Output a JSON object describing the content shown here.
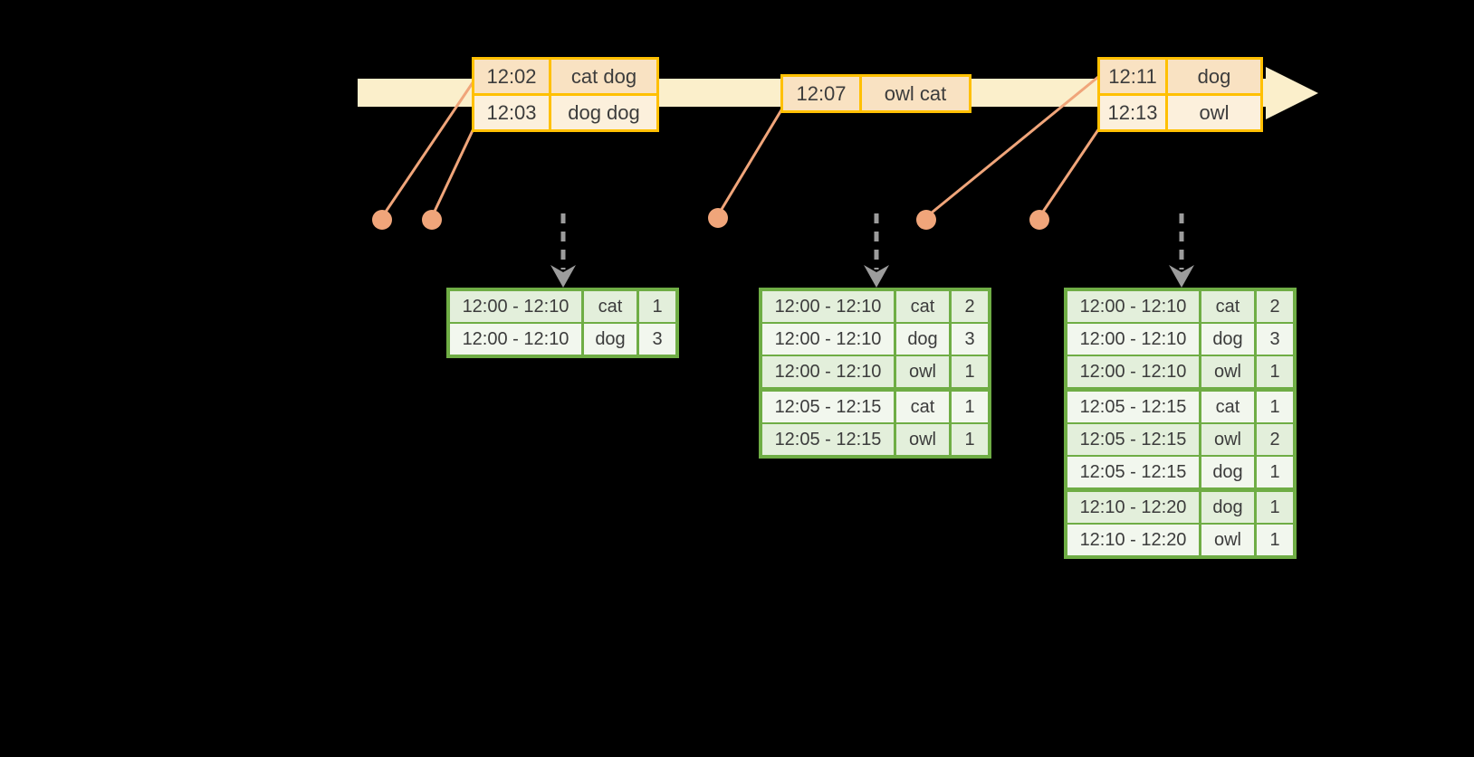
{
  "diagram": "streaming-windowed-word-counts",
  "background_color": "#000000",
  "colors": {
    "timeline_band": "#FBEFCB",
    "event_table_border": "#FFC000",
    "event_row_dark": "#F9E2C2",
    "event_row_light": "#FCF0DC",
    "result_table_border": "#6FAD45",
    "result_row_tint": "#E3EFDB",
    "result_row_light": "#F2F7EE",
    "connector_salmon": "#F0A57A",
    "trigger_arrow_gray": "#9C9C9C",
    "text": "#3C3C3C"
  },
  "icons": {
    "event_dot": "filled-circle",
    "trigger_arrow": "dashed-down-arrow",
    "timeline_arrowhead": "right-block-arrow"
  },
  "event_tables": [
    {
      "rows": [
        {
          "time": "12:02",
          "words": "cat dog"
        },
        {
          "time": "12:03",
          "words": "dog dog"
        }
      ]
    },
    {
      "rows": [
        {
          "time": "12:07",
          "words": "owl cat"
        }
      ]
    },
    {
      "rows": [
        {
          "time": "12:11",
          "words": "dog"
        },
        {
          "time": "12:13",
          "words": "owl"
        }
      ]
    }
  ],
  "result_tables": [
    {
      "rows": [
        {
          "window": "12:00 - 12:10",
          "word": "cat",
          "count": "1"
        },
        {
          "window": "12:00 - 12:10",
          "word": "dog",
          "count": "3"
        }
      ]
    },
    {
      "rows": [
        {
          "window": "12:00 - 12:10",
          "word": "cat",
          "count": "2"
        },
        {
          "window": "12:00 - 12:10",
          "word": "dog",
          "count": "3"
        },
        {
          "window": "12:00 - 12:10",
          "word": "owl",
          "count": "1"
        },
        {
          "window": "12:05 - 12:15",
          "word": "cat",
          "count": "1"
        },
        {
          "window": "12:05 - 12:15",
          "word": "owl",
          "count": "1"
        }
      ]
    },
    {
      "rows": [
        {
          "window": "12:00 - 12:10",
          "word": "cat",
          "count": "2"
        },
        {
          "window": "12:00 - 12:10",
          "word": "dog",
          "count": "3"
        },
        {
          "window": "12:00 - 12:10",
          "word": "owl",
          "count": "1"
        },
        {
          "window": "12:05 - 12:15",
          "word": "cat",
          "count": "1"
        },
        {
          "window": "12:05 - 12:15",
          "word": "owl",
          "count": "2"
        },
        {
          "window": "12:05 - 12:15",
          "word": "dog",
          "count": "1"
        },
        {
          "window": "12:10 - 12:20",
          "word": "dog",
          "count": "1"
        },
        {
          "window": "12:10 - 12:20",
          "word": "owl",
          "count": "1"
        }
      ]
    }
  ]
}
